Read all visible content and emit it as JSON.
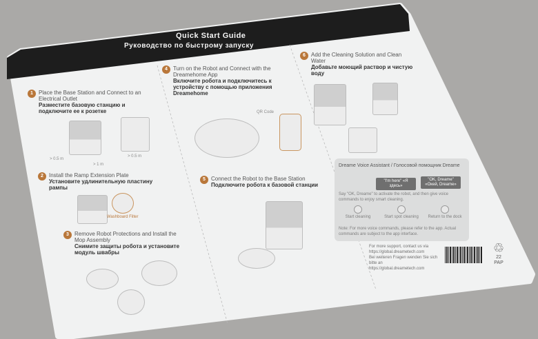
{
  "header": {
    "title_en": "Quick Start Guide",
    "title_ru": "Руководство по быстрому запуску"
  },
  "steps": [
    {
      "num": "1",
      "title_en": "Place the Base Station and Connect to an Electrical Outlet",
      "title_ru": "Разместите базовую станцию и подключите ее к розетке",
      "labels": [
        "> 0.5 m",
        "> 0.5 m",
        "> 1 m"
      ]
    },
    {
      "num": "2",
      "title_en": "Install the Ramp Extension Plate",
      "title_ru": "Установите удлинительную пластину рампы",
      "labels": [
        "Washboard Filter"
      ]
    },
    {
      "num": "3",
      "title_en": "Remove Robot Protections and Install the Mop Assembly",
      "title_ru": "Снимите защиты робота и установите модуль швабры"
    },
    {
      "num": "4",
      "title_en": "Turn on the Robot and Connect with the Dreamehome App",
      "title_ru": "Включите робота и подключитесь к устройству с помощью приложения Dreamehome",
      "labels": [
        "QR Code"
      ]
    },
    {
      "num": "5",
      "title_en": "Connect the Robot to the Base Station",
      "title_ru": "Подключите робота к базовой станции"
    },
    {
      "num": "6",
      "title_en": "Add the Cleaning Solution and Clean Water",
      "title_ru": "Добавьте моющий раствор и чистую воду"
    }
  ],
  "voice": {
    "title": "Dreame Voice Assistant / Голосовой помощник Dreame",
    "bubble1": "\"I'm here\" «Я здесь»",
    "bubble2": "\"OK, Dreame\" «Окей, Dreame»",
    "text": "Say \"OK, Dreame\" to activate the robot, and then give voice commands to enjoy smart cleaning.",
    "commands": [
      "Start cleaning",
      "Start spot cleaning",
      "Return to the dock"
    ],
    "note": "Note: For more voice commands, please refer to the app. Actual commands are subject to the app interface."
  },
  "support": {
    "line1": "For more support, contact us via",
    "url1": "https://global.dreametech.com",
    "line2": "Bei weiteren Fragen wenden Sie sich bitte an",
    "url2": "https://global.dreametech.com"
  },
  "recycle": {
    "code": "22",
    "label": "PAP"
  }
}
